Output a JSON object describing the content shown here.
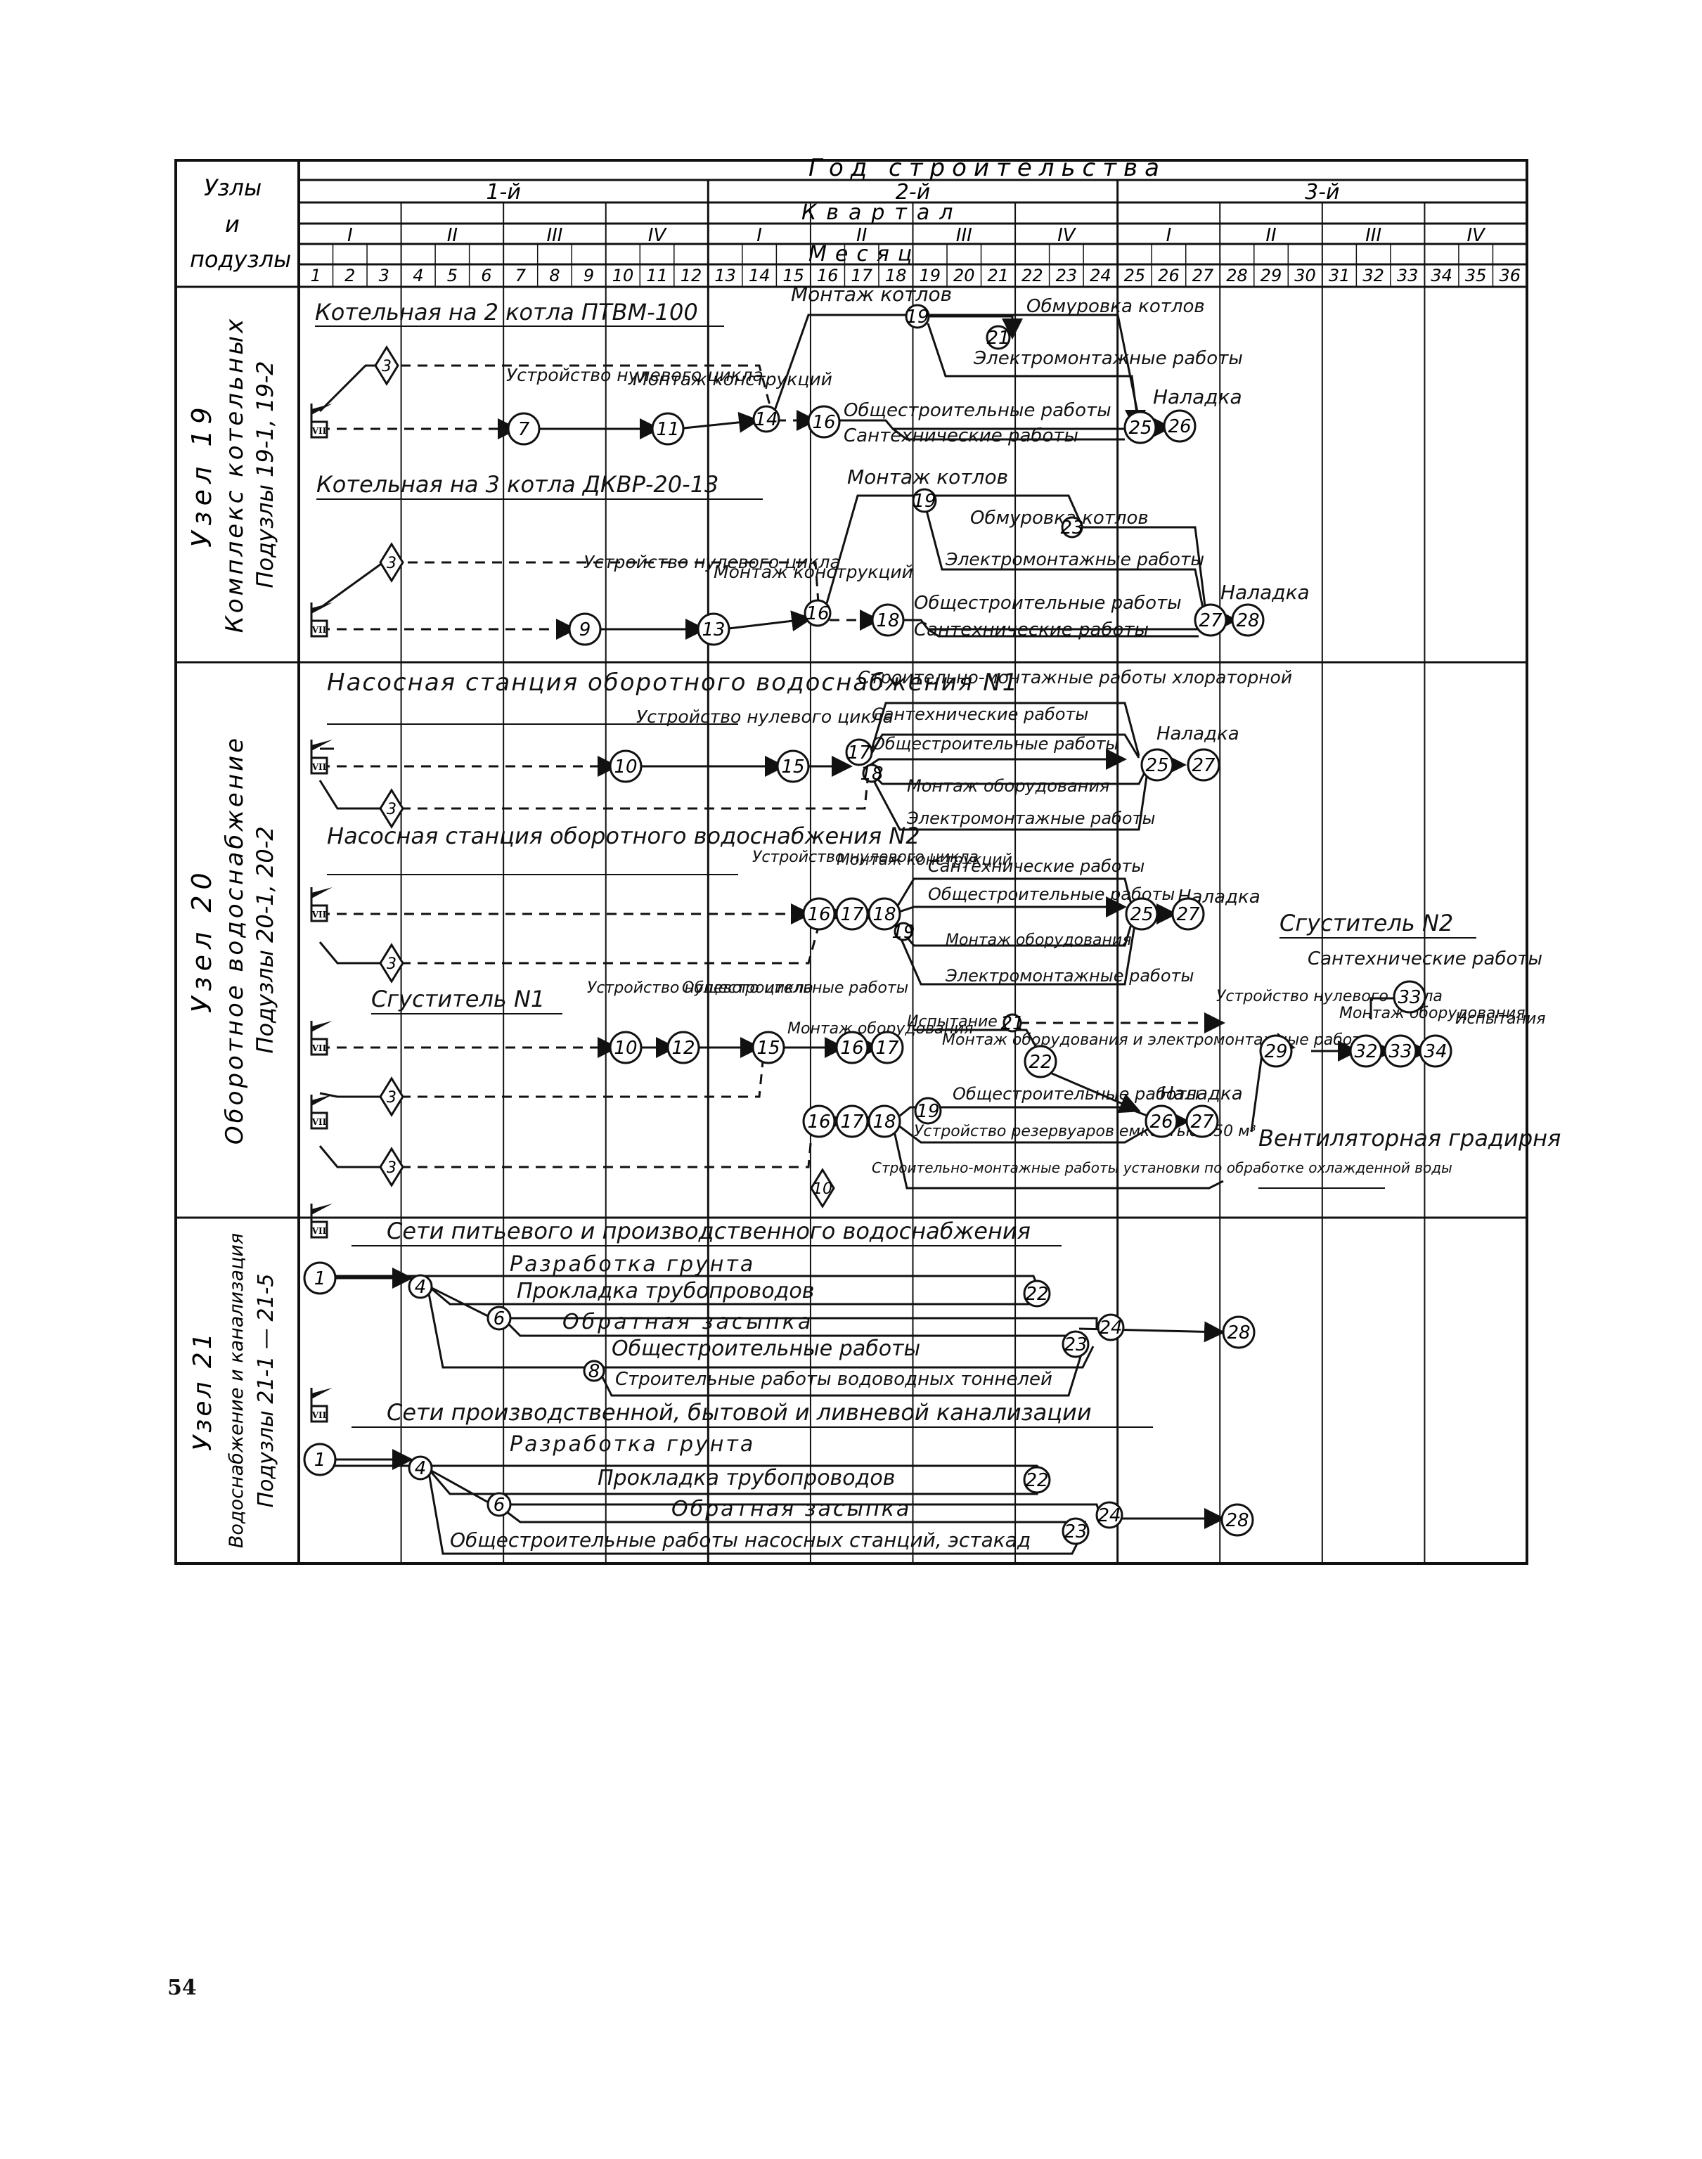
{
  "header": {
    "corner_label": [
      "Узлы",
      "и",
      "подузлы"
    ],
    "year_title": "Год строительства",
    "years": [
      "1-й",
      "2-й",
      "3-й"
    ],
    "quarter_title": "Квартал",
    "quarters": [
      "I",
      "II",
      "III",
      "IV",
      "I",
      "II",
      "III",
      "IV",
      "I",
      "II",
      "III",
      "IV"
    ],
    "month_title": "Месяц",
    "months": [
      "1",
      "2",
      "3",
      "4",
      "5",
      "6",
      "7",
      "8",
      "9",
      "10",
      "11",
      "12",
      "13",
      "14",
      "15",
      "16",
      "17",
      "18",
      "19",
      "20",
      "21",
      "22",
      "23",
      "24",
      "25",
      "26",
      "27",
      "28",
      "29",
      "30",
      "31",
      "32",
      "33",
      "34",
      "35",
      "36"
    ]
  },
  "sections": [
    {
      "label": [
        "Узел 19",
        "Комплекс котельных",
        "Подузлы 19-1, 19-2"
      ],
      "objects": [
        {
          "title": "Котельная на 2 котла ПТВМ-100",
          "tasks": [
            "Монтаж котлов",
            "Обмуровка котлов",
            "Электромонтажные работы",
            "Устройство нулевого цикла",
            "Монтаж конструкций",
            "Общестроительные работы",
            "Сантехнические работы",
            "Наладка"
          ],
          "nodes": [
            "3",
            "7",
            "11",
            "14",
            "16",
            "19",
            "21",
            "25",
            "26"
          ]
        },
        {
          "title": "Котельная на 3 котла ДКВР-20-13",
          "tasks": [
            "Монтаж котлов",
            "Обмуровка котлов",
            "Электромонтажные работы",
            "Устройство нулевого цикла",
            "Монтаж конструкций",
            "Общестроительные работы",
            "Сантехнические работы",
            "Наладка"
          ],
          "nodes": [
            "3",
            "9",
            "13",
            "16",
            "18",
            "19",
            "23",
            "27",
            "28"
          ]
        }
      ]
    },
    {
      "label": [
        "Узел 20",
        "Оборотное водоснабжение",
        "Подузлы 20-1, 20-2"
      ],
      "objects": [
        {
          "title": "Насосная станция оборотного водоснабжения N1",
          "tasks": [
            "Строительно-монтажные работы хлораторной",
            "Сантехнические работы",
            "Общестроительные работы",
            "Монтаж оборудования",
            "Электромонтажные работы",
            "Устройство нулевого цикла",
            "Наладка"
          ],
          "nodes": [
            "3",
            "10",
            "15",
            "17",
            "18",
            "25",
            "27"
          ]
        },
        {
          "title": "Насосная станция оборотного водоснабжения N2",
          "tasks": [
            "Устройство нулевого цикла",
            "Монтаж конструкций",
            "Сантехнические работы",
            "Общестроительные работы",
            "Монтаж оборудования",
            "Электромонтажные работы",
            "Наладка"
          ],
          "nodes": [
            "3",
            "16",
            "17",
            "18",
            "19",
            "25",
            "27"
          ]
        },
        {
          "title": "Сгуститель N1",
          "tasks": [
            "Устройство нулевого цикла",
            "Общестроительные работы",
            "Монтаж оборудования",
            "Испытание",
            "Монтаж оборудования и электромонтажные работы",
            "Общестроительные работы",
            "Устройство резервуаров емкостью 250 м³",
            "Строительно-монтажные работы установки по обработке охлажденной воды",
            "Наладка"
          ],
          "nodes": [
            "3",
            "10",
            "12",
            "15",
            "16",
            "17",
            "18",
            "19",
            "21",
            "22",
            "26",
            "27"
          ]
        },
        {
          "title": "Сгуститель N2",
          "tasks": [
            "Сантехнические работы",
            "Устройство нулевого цикла",
            "Монтаж оборудования",
            "Испытания"
          ],
          "nodes": [
            "29",
            "32",
            "33",
            "34"
          ]
        },
        {
          "title": "Вентиляторная градирня",
          "tasks": [],
          "nodes": []
        }
      ]
    },
    {
      "label": [
        "Узел 21",
        "Водоснабжение и канализация",
        "Подузлы 21-1 — 21-5"
      ],
      "objects": [
        {
          "title": "Сети питьевого и производственного водоснабжения",
          "tasks": [
            "Разработка грунта",
            "Прокладка трубопроводов",
            "Обратная засыпка",
            "Общестроительные работы",
            "Строительные работы водоводных тоннелей"
          ],
          "nodes": [
            "1",
            "4",
            "6",
            "8",
            "22",
            "23",
            "24",
            "28"
          ]
        },
        {
          "title": "Сети производственной, бытовой и ливневой канализации",
          "tasks": [
            "Разработка грунта",
            "Прокладка трубопроводов",
            "Обратная засыпка",
            "Общестроительные работы насосных станций, эстакад"
          ],
          "nodes": [
            "1",
            "4",
            "6",
            "22",
            "23",
            "24",
            "28"
          ]
        }
      ]
    }
  ],
  "start_marker": "VII",
  "page_number": "54"
}
